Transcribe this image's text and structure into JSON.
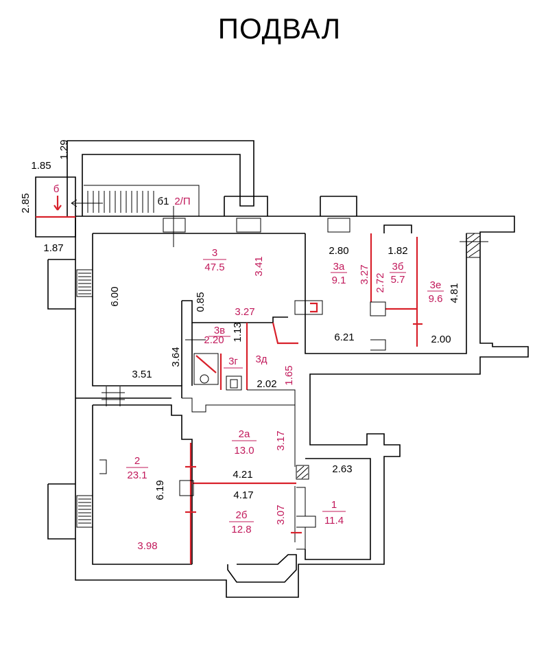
{
  "title": "ПОДВАЛ",
  "colors": {
    "wall": "#000000",
    "room_label": "#c1185a",
    "partition": "#d8202a"
  },
  "rooms": [
    {
      "id": "r3",
      "num": "3",
      "area": "47.5"
    },
    {
      "id": "r3a",
      "num": "3а",
      "area": "9.1"
    },
    {
      "id": "r3b",
      "num": "3б",
      "area": "5.7"
    },
    {
      "id": "r3e",
      "num": "3е",
      "area": "9.6"
    },
    {
      "id": "r3v",
      "num": "3в",
      "area": ""
    },
    {
      "id": "r3g",
      "num": "3г",
      "area": ""
    },
    {
      "id": "r3d",
      "num": "3д",
      "area": ""
    },
    {
      "id": "r2",
      "num": "2",
      "area": "23.1"
    },
    {
      "id": "r2a",
      "num": "2а",
      "area": "13.0"
    },
    {
      "id": "r2b",
      "num": "2б",
      "area": "12.8"
    },
    {
      "id": "r1",
      "num": "1",
      "area": "11.4"
    }
  ],
  "stair_labels": {
    "b": "б",
    "b1": "б1",
    "p2": "2/П"
  },
  "dims": {
    "d185": "1.85",
    "d129": "1.29",
    "d285": "2.85",
    "d187": "1.87",
    "d341": "3.41",
    "d600": "6.00",
    "d085": "0.85",
    "d327a": "3.27",
    "d113": "1.13",
    "d220": "2.20",
    "d364": "3.64",
    "d351": "3.51",
    "d202": "2.02",
    "d165": "1.65",
    "d280": "2.80",
    "d327b": "3.27",
    "d182": "1.82",
    "d272": "2.72",
    "d481": "4.81",
    "d621": "6.21",
    "d200": "2.00",
    "d317": "3.17",
    "d421": "4.21",
    "d417": "4.17",
    "d619": "6.19",
    "d307": "3.07",
    "d398": "3.98",
    "d263": "2.63"
  }
}
